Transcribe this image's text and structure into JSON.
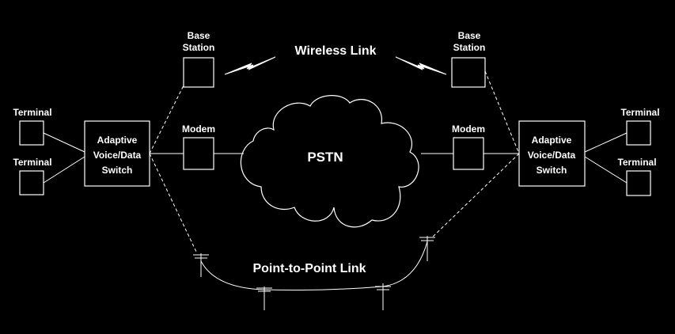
{
  "labels": {
    "terminal": "Terminal",
    "modem": "Modem",
    "base_station": [
      "Base",
      "Station"
    ],
    "switch": [
      "Adaptive",
      "Voice/Data",
      "Switch"
    ],
    "wireless_link": "Wireless Link",
    "pstn": "PSTN",
    "point_to_point_link": "Point-to-Point Link"
  }
}
